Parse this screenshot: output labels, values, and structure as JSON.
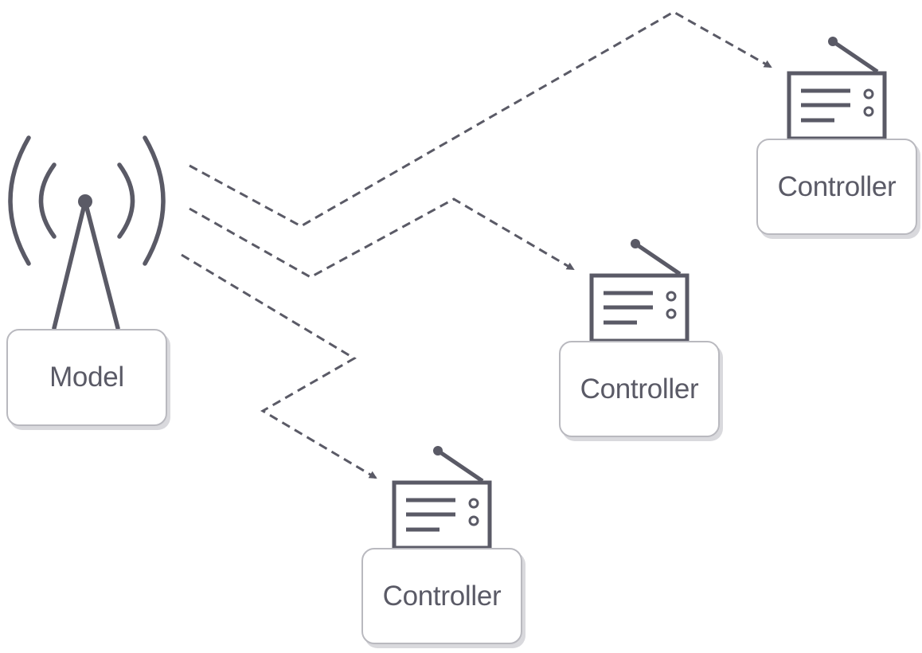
{
  "diagram": {
    "model": {
      "label": "Model",
      "icon": "antenna-tower-icon"
    },
    "controllers": [
      {
        "label": "Controller",
        "icon": "radio-receiver-icon"
      },
      {
        "label": "Controller",
        "icon": "radio-receiver-icon"
      },
      {
        "label": "Controller",
        "icon": "radio-receiver-icon"
      }
    ],
    "connections": [
      {
        "from": "Model",
        "to": "Controller",
        "style": "dashed-arrow"
      },
      {
        "from": "Model",
        "to": "Controller",
        "style": "dashed-arrow"
      },
      {
        "from": "Model",
        "to": "Controller",
        "style": "dashed-arrow"
      }
    ],
    "colors": {
      "stroke": "#5a5a66",
      "box_border": "#b9b9bf",
      "box_shadow": "#d9d9dd",
      "text": "#5a5a66",
      "background": "#ffffff"
    }
  }
}
